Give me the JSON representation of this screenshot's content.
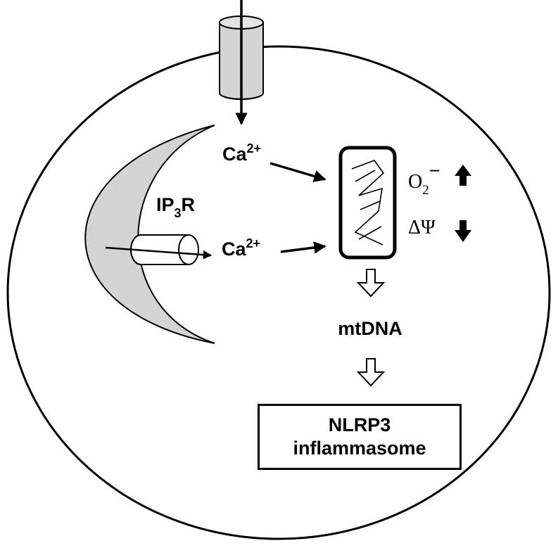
{
  "labels": {
    "ca_top": "Ca",
    "ca_top_sup": "2+",
    "ca_mid": "Ca",
    "ca_mid_sup": "2+",
    "ip3r_main": "IP",
    "ip3r_sub": "3",
    "ip3r_tail": "R",
    "o2_main": "O",
    "o2_sub": "2",
    "o2_sup": "−",
    "delta_psi": "ΔΨ",
    "mtdna": "mtDNA",
    "nlrp3_line1": "NLRP3",
    "nlrp3_line2": "inflammasome"
  },
  "indicators": {
    "superoxide": "up-arrow",
    "membrane_potential": "down-arrow"
  },
  "colors": {
    "fill_gray": "#d4d4d4",
    "stroke": "#000000",
    "background": "#ffffff"
  }
}
